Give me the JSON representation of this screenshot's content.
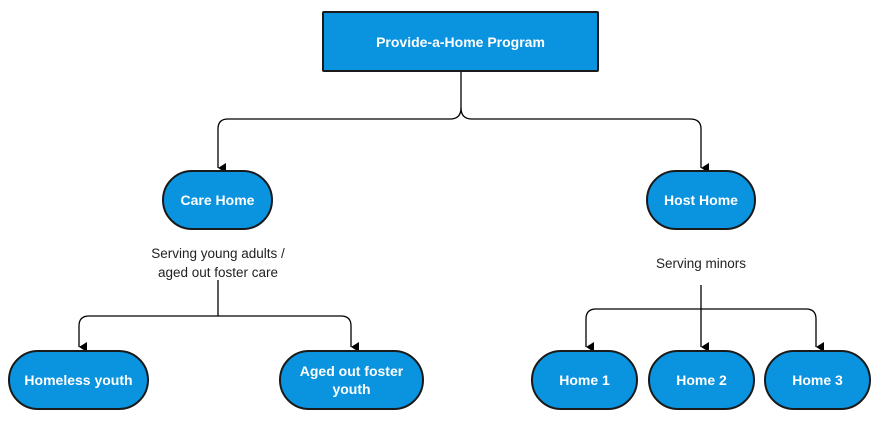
{
  "diagram": {
    "root": {
      "label": "Provide-a-Home Program"
    },
    "care_home": {
      "label": "Care Home",
      "caption_line1": "Serving young adults /",
      "caption_line2": "aged out foster care",
      "children": [
        {
          "label": "Homeless youth"
        },
        {
          "label": "Aged out foster youth"
        }
      ]
    },
    "host_home": {
      "label": "Host Home",
      "caption": "Serving minors",
      "children": [
        {
          "label": "Home 1"
        },
        {
          "label": "Home 2"
        },
        {
          "label": "Home 3"
        }
      ]
    },
    "colors": {
      "node_fill": "#0a93df",
      "node_border": "#1a1a1a",
      "node_text": "#ffffff",
      "connector": "#000000"
    }
  }
}
